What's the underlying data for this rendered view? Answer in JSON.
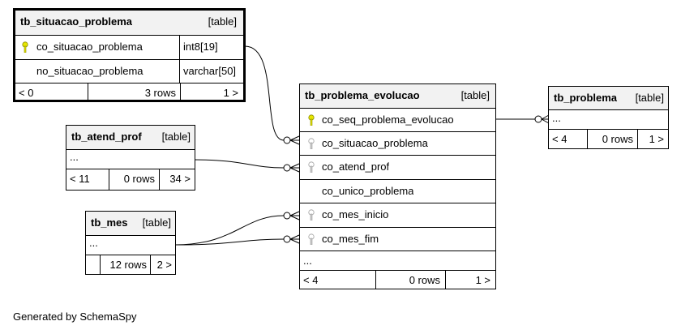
{
  "tables": {
    "situacao": {
      "name": "tb_situacao_problema",
      "type": "[table]",
      "columns": [
        {
          "name": "co_situacao_problema",
          "type": "int8[19]",
          "key": "primary"
        },
        {
          "name": "no_situacao_problema",
          "type": "varchar[50]",
          "key": "none"
        }
      ],
      "footer": {
        "parents": "< 0",
        "rows": "3 rows",
        "children": "1 >"
      }
    },
    "atend_prof": {
      "name": "tb_atend_prof",
      "type": "[table]",
      "ellipsis": "...",
      "footer": {
        "parents": "< 11",
        "rows": "0 rows",
        "children": "34 >"
      }
    },
    "mes": {
      "name": "tb_mes",
      "type": "[table]",
      "ellipsis": "...",
      "footer": {
        "parents": "",
        "rows": "12 rows",
        "children": "2 >"
      }
    },
    "evolucao": {
      "name": "tb_problema_evolucao",
      "type": "[table]",
      "columns": [
        {
          "name": "co_seq_problema_evolucao",
          "key": "primary"
        },
        {
          "name": "co_situacao_problema",
          "key": "foreign"
        },
        {
          "name": "co_atend_prof",
          "key": "foreign"
        },
        {
          "name": "co_unico_problema",
          "key": "none"
        },
        {
          "name": "co_mes_inicio",
          "key": "foreign"
        },
        {
          "name": "co_mes_fim",
          "key": "foreign"
        }
      ],
      "ellipsis": "...",
      "footer": {
        "parents": "< 4",
        "rows": "0 rows",
        "children": "1 >"
      }
    },
    "problema": {
      "name": "tb_problema",
      "type": "[table]",
      "ellipsis": "...",
      "footer": {
        "parents": "< 4",
        "rows": "0 rows",
        "children": "1 >"
      }
    }
  },
  "colors": {
    "primary_key": "#e6e600",
    "foreign_key": "#a0a0a0",
    "header_bg": "#f2f2f2"
  },
  "footer_text": "Generated by SchemaSpy"
}
